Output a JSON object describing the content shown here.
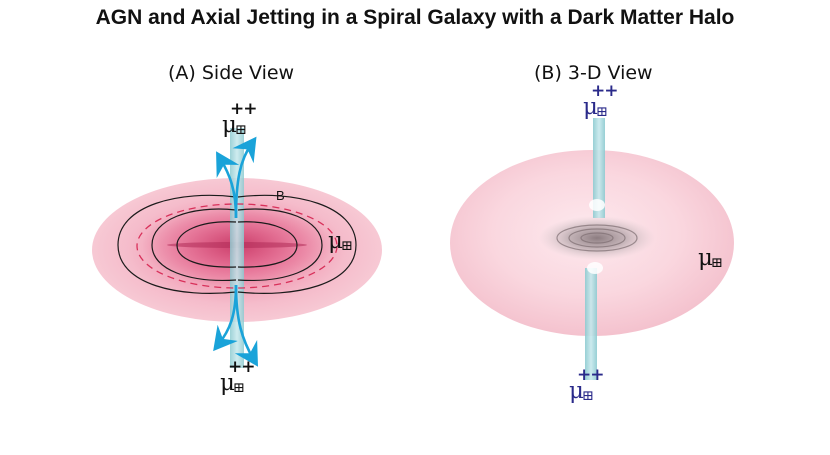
{
  "title": "AGN and Axial Jetting in a Spiral Galaxy with a Dark Matter Halo",
  "panels": {
    "side": {
      "heading": "(A) Side View",
      "field_label": "B",
      "top_label": {
        "symbol": "μ",
        "superscript": "++",
        "subscript": "⊞"
      },
      "bottom_label": {
        "symbol": "μ",
        "superscript": "++",
        "subscript": "⊞"
      },
      "halo_label": {
        "symbol": "μ",
        "subscript": "⊞"
      }
    },
    "threeD": {
      "heading": "(B) 3-D View",
      "top_label": {
        "symbol": "μ",
        "superscript": "++",
        "subscript": "⊞"
      },
      "bottom_label": {
        "symbol": "μ",
        "superscript": "++",
        "subscript": "⊞"
      },
      "halo_label": {
        "symbol": "μ",
        "subscript": "⊞"
      }
    }
  },
  "colors": {
    "halo_pink": "#f5c2cc",
    "core_magenta": "#e0507a",
    "jet_cyan": "#9fd3d8",
    "arrow_blue": "#1aa3d9",
    "dashed_line": "#d8305a",
    "label_navy": "#2a2a8a"
  }
}
